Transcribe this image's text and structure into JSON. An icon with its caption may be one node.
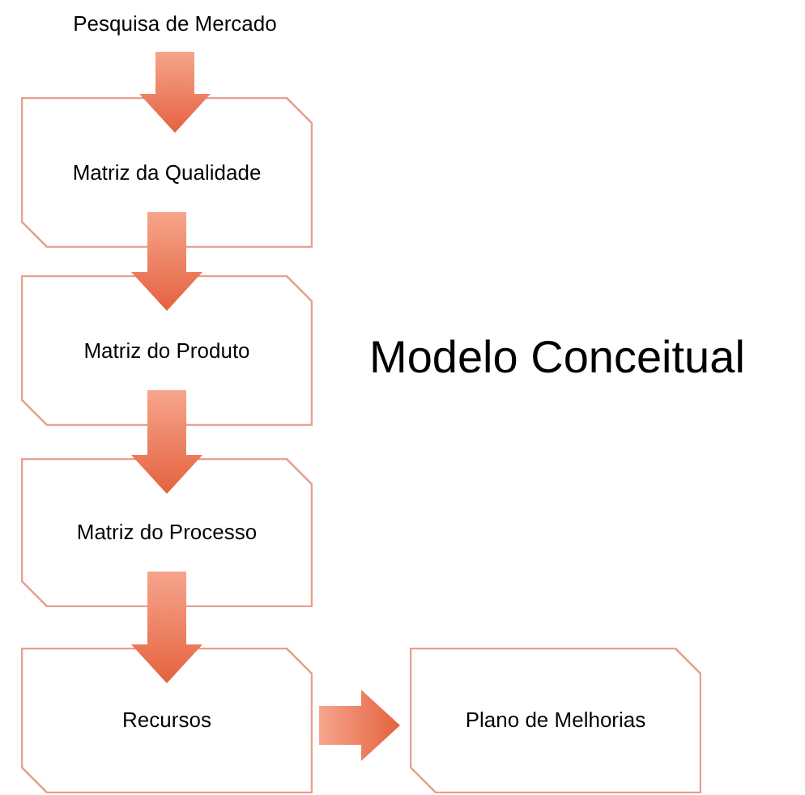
{
  "diagram": {
    "title": "Modelo Conceitual",
    "nodes": [
      {
        "text": [
          "Pesquisa de Mercado"
        ]
      },
      {
        "text": [
          "Matriz da Qualidade"
        ]
      },
      {
        "text": [
          "Matriz do Produto"
        ]
      },
      {
        "text": [
          "Matriz do Processo"
        ]
      },
      {
        "text": [
          "Recursos"
        ]
      },
      {
        "text": [
          "Plano de Melhorias"
        ]
      }
    ],
    "edges": [
      {
        "from": 0,
        "to": 1,
        "arrow": "to"
      },
      {
        "from": 1,
        "to": 2,
        "arrow": "to"
      },
      {
        "from": 2,
        "to": 3,
        "arrow": "to"
      },
      {
        "from": 3,
        "to": 4,
        "arrow": "to"
      },
      {
        "from": 4,
        "to": 5,
        "arrow": "to"
      }
    ]
  }
}
